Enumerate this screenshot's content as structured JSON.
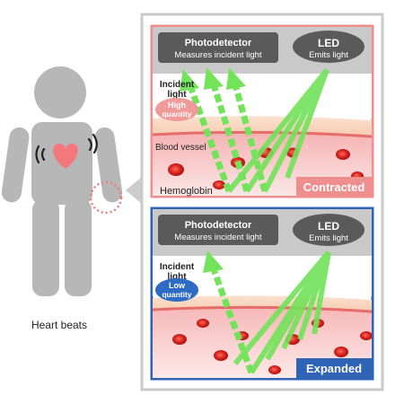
{
  "figure": {
    "left_label": "Heart beats"
  },
  "top_panel": {
    "photodetector_title": "Photodetector",
    "photodetector_sub": "Measures incident light",
    "led_title": "LED",
    "led_sub": "Emits light",
    "incident_label_1": "Incident",
    "incident_label_2": "light",
    "quantity_line_1": "High",
    "quantity_line_2": "quantity",
    "vessel_label": "Blood vessel",
    "hemoglobin_label": "Hemoglobin",
    "state_label": "Contracted"
  },
  "bottom_panel": {
    "photodetector_title": "Photodetector",
    "photodetector_sub": "Measures incident light",
    "led_title": "LED",
    "led_sub": "Emits light",
    "incident_label_1": "Incident",
    "incident_label_2": "light",
    "quantity_line_1": "Low",
    "quantity_line_2": "quantity",
    "state_label": "Expanded"
  },
  "colors": {
    "top_frame": "#ee8e8e",
    "bottom_frame": "#2f63b5",
    "beam": "#72e35a",
    "figure_gray": "#b7b7b7",
    "heart": "#f4777c",
    "label_box": "#5a5a5a",
    "high_badge": "#f29a9a",
    "low_badge": "#2d6bc4"
  }
}
